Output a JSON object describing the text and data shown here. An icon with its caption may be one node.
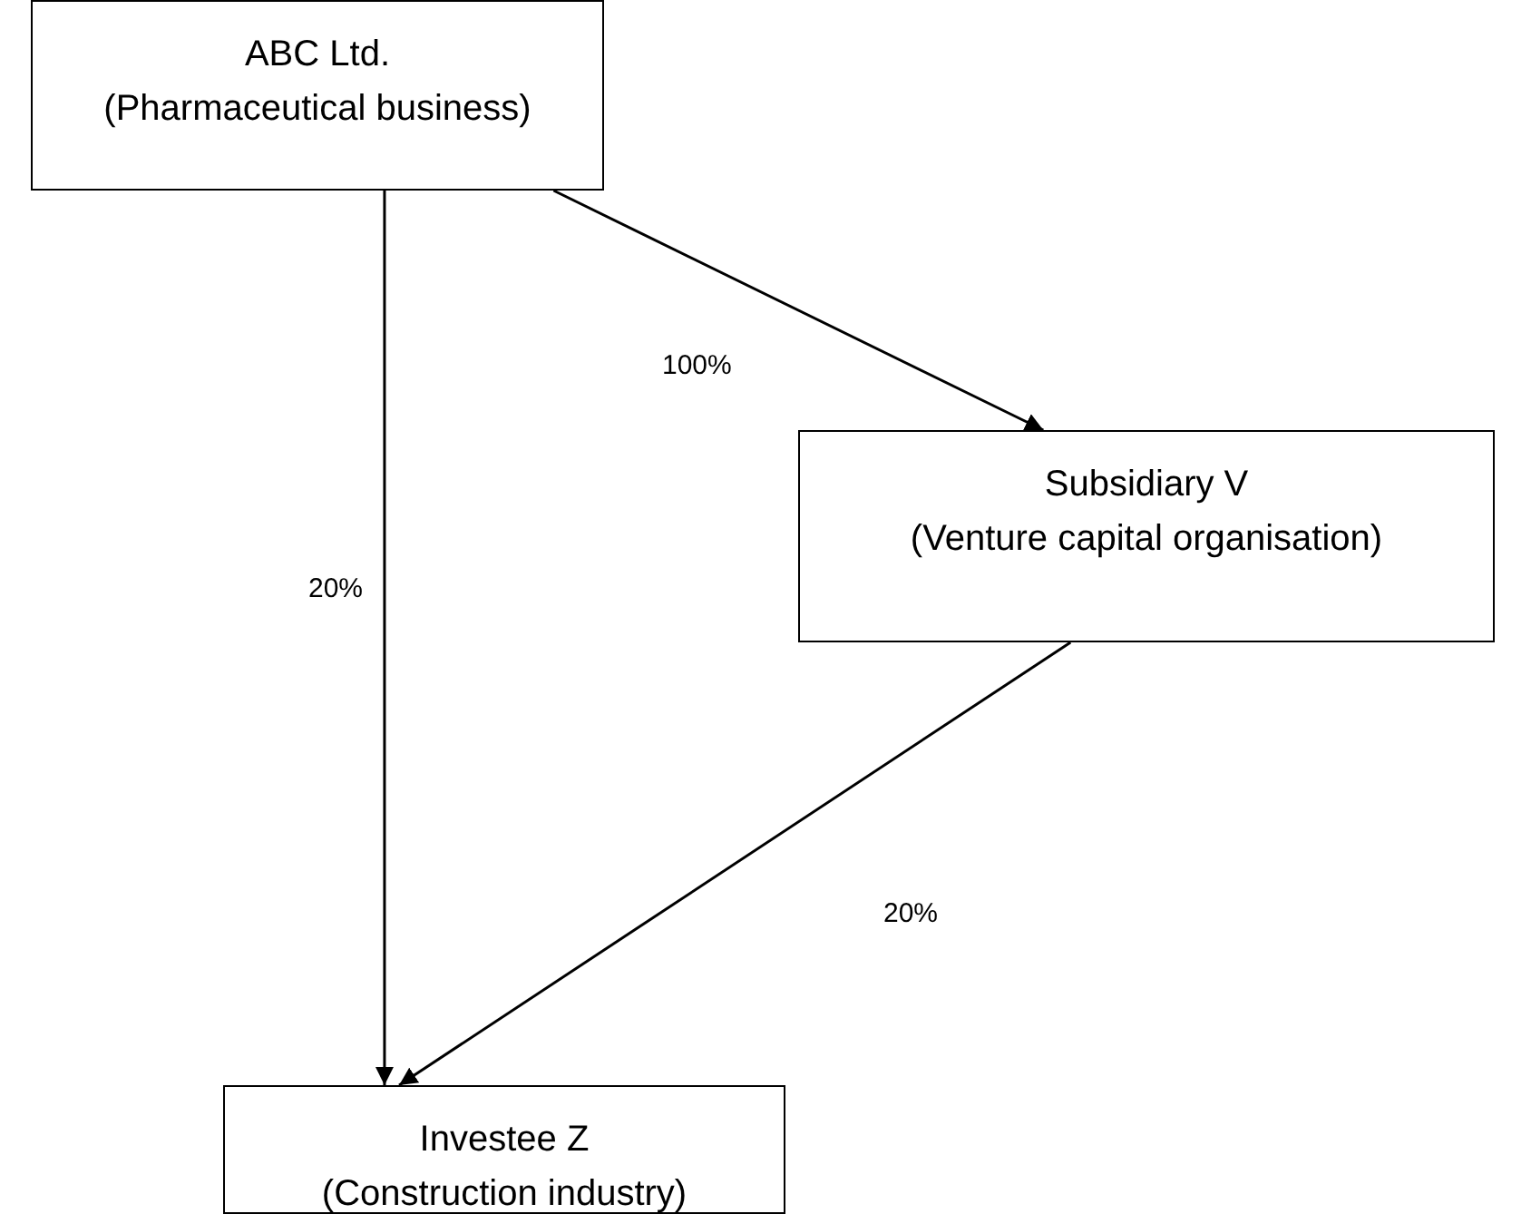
{
  "diagram": {
    "nodes": [
      {
        "text": [
          "ABC Ltd.",
          "(Pharmaceutical business)"
        ]
      },
      {
        "text": [
          "Subsidiary V",
          "(Venture capital organisation)"
        ]
      },
      {
        "text": [
          "Investee Z",
          "(Construction industry)"
        ]
      }
    ],
    "edges": [
      {
        "from": 0,
        "to": 1,
        "arrow": "to",
        "label": "100%"
      },
      {
        "from": 0,
        "to": 2,
        "arrow": "to",
        "label": "20%"
      },
      {
        "from": 1,
        "to": 2,
        "arrow": "to",
        "label": "20%"
      }
    ]
  }
}
